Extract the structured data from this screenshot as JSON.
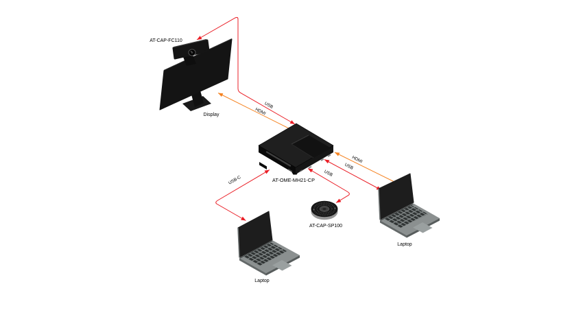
{
  "diagram": {
    "colors": {
      "usb_line": "#ea1d25",
      "hdmi_line": "#f58220",
      "label_color": "#000000"
    },
    "devices": {
      "camera": {
        "label": "AT-CAP-FC110"
      },
      "display": {
        "label": "Display"
      },
      "switcher": {
        "label": "AT-OME-MH21-CP"
      },
      "speakerphone": {
        "label": "AT-CAP-SP100"
      },
      "laptop_left": {
        "label": "Laptop"
      },
      "laptop_right": {
        "label": "Laptop"
      }
    },
    "connections": {
      "camera_usb": {
        "label": "USB"
      },
      "display_hdmi": {
        "label": "HDMI"
      },
      "laptop_right_hdmi": {
        "label": "HDMI"
      },
      "laptop_right_usb": {
        "label": "USB"
      },
      "speakerphone_usb": {
        "label": "USB"
      },
      "laptop_left_usbc": {
        "label": "USB-C"
      }
    }
  }
}
